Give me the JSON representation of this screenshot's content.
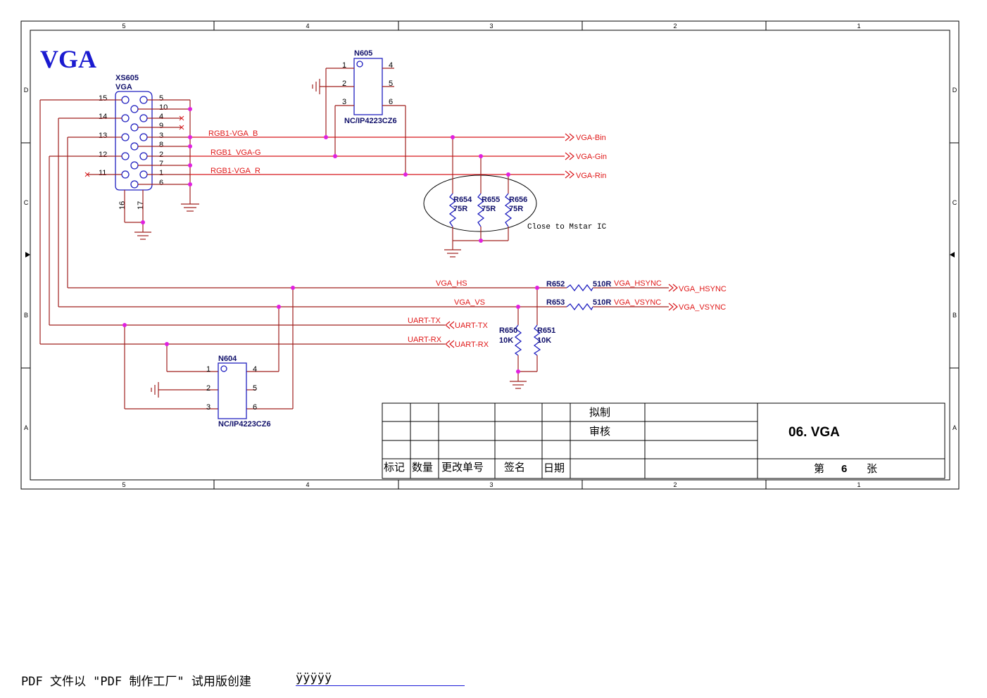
{
  "title": "VGA",
  "zone_cols": [
    "5",
    "4",
    "3",
    "2",
    "1"
  ],
  "zone_rows": [
    "D",
    "C",
    "B",
    "A"
  ],
  "connector": {
    "ref": "XS605",
    "name": "VGA",
    "left_pins": [
      "15",
      "14",
      "13",
      "12",
      "11"
    ],
    "right_pins": [
      "5",
      "10",
      "4",
      "9",
      "3",
      "8",
      "2",
      "7",
      "1",
      "6"
    ],
    "bottom_pins": [
      "16",
      "17"
    ]
  },
  "n605": {
    "ref": "N605",
    "part": "NC/IP4223CZ6",
    "pins": [
      "1",
      "2",
      "3",
      "4",
      "5",
      "6"
    ]
  },
  "n604": {
    "ref": "N604",
    "part": "NC/IP4223CZ6",
    "pins": [
      "1",
      "2",
      "3",
      "4",
      "5",
      "6"
    ]
  },
  "nets": {
    "rgb_b": "RGB1-VGA_B",
    "rgb_g": "RGB1_VGA-G",
    "rgb_r": "RGB1-VGA_R",
    "vga_hs": "VGA_HS",
    "vga_vs": "VGA_VS",
    "uart_tx": "UART-TX",
    "uart_rx": "UART-RX",
    "hsync_in": "VGA_HSYNC",
    "vsync_in": "VGA_VSYNC"
  },
  "ports": {
    "bin": "VGA-Bin",
    "gin": "VGA-Gin",
    "rin": "VGA-Rin",
    "hsync": "VGA_HSYNC",
    "vsync": "VGA_VSYNC",
    "uart_tx": "UART-TX",
    "uart_rx": "UART-RX"
  },
  "resistors": {
    "r654": {
      "ref": "R654",
      "value": "75R"
    },
    "r655": {
      "ref": "R655",
      "value": "75R"
    },
    "r656": {
      "ref": "R656",
      "value": "75R"
    },
    "r652": {
      "ref": "R652",
      "value": "510R"
    },
    "r653": {
      "ref": "R653",
      "value": "510R"
    },
    "r650": {
      "ref": "R650",
      "value": "10K"
    },
    "r651": {
      "ref": "R651",
      "value": "10K"
    }
  },
  "note": "Close to Mstar IC",
  "title_block": {
    "drafted": "拟制",
    "reviewed": "审核",
    "col_mark": "标记",
    "col_qty": "数量",
    "col_change": "更改单号",
    "col_sign": "签名",
    "col_date": "日期",
    "sheet_title": "06. VGA",
    "sheet_prefix": "第",
    "sheet_no": "6",
    "sheet_suffix": "张"
  },
  "footer": {
    "text": "PDF 文件以 \"PDF 制作工厂\" 试用版创建",
    "link": "ÿÿÿÿÿ"
  },
  "colors": {
    "wire": "#a0201e",
    "net_label": "#e01818",
    "component": "#2020c0",
    "junction": "#e020e0",
    "title": "#1a1ad0"
  }
}
